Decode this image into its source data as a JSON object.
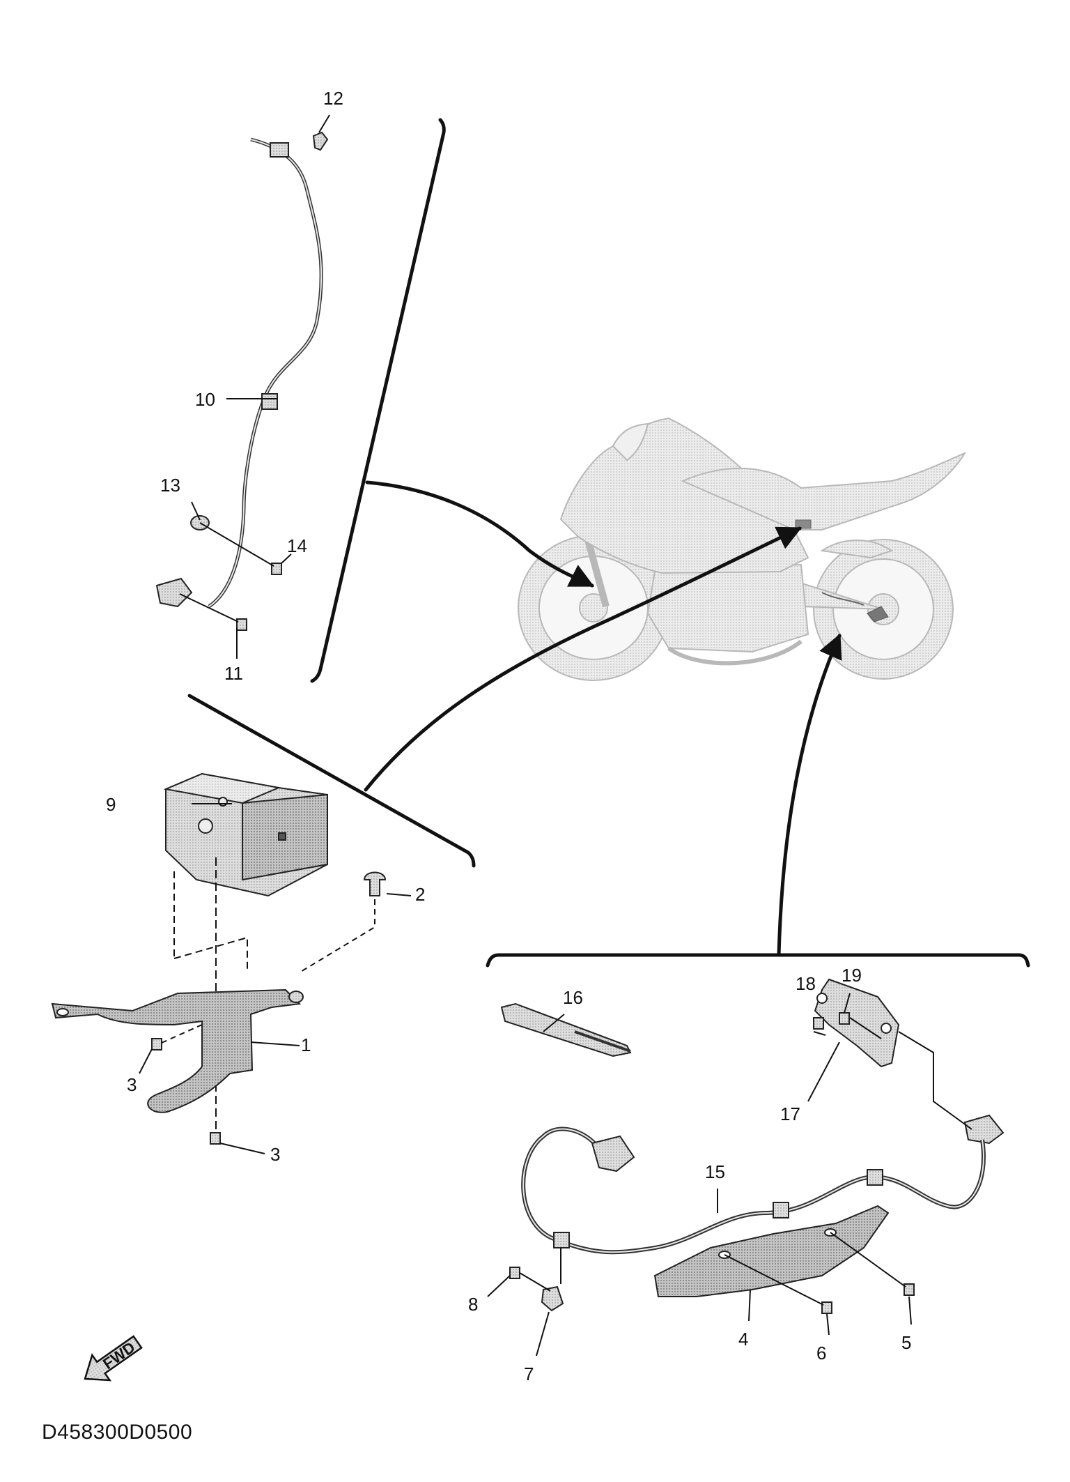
{
  "diagram_id": "D458300D0500",
  "fwd_label": "FWD",
  "callouts": {
    "c1": "1",
    "c2": "2",
    "c3a": "3",
    "c3b": "3",
    "c4": "4",
    "c5": "5",
    "c6": "6",
    "c7": "7",
    "c8": "8",
    "c9": "9",
    "c10": "10",
    "c11": "11",
    "c12": "12",
    "c13": "13",
    "c14": "14",
    "c15": "15",
    "c16": "16",
    "c17": "17",
    "c18": "18",
    "c19": "19"
  },
  "colors": {
    "ink": "#111111",
    "part_fill": "#d4d4d4",
    "motorcycle": "#e3e3e3"
  }
}
